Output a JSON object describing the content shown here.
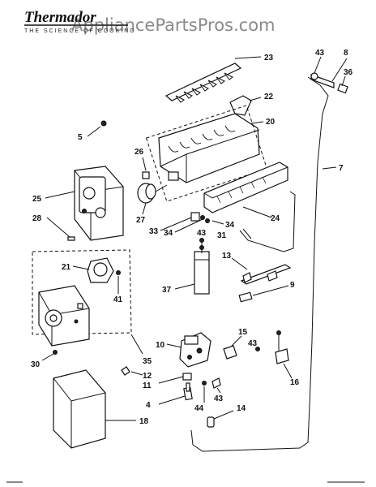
{
  "brand": {
    "logo": "Thermador",
    "tagline": "THE SCIENCE OF COOKING"
  },
  "watermark": "AppliancePartsPros.com",
  "callouts": {
    "c23": "23",
    "c43a": "43",
    "c8": "8",
    "c36": "36",
    "c22": "22",
    "c5": "5",
    "c20": "20",
    "c26": "26",
    "c7": "7",
    "c25": "25",
    "c27": "27",
    "c33": "33",
    "c34a": "34",
    "c34b": "34",
    "c31": "31",
    "c24": "24",
    "c28": "28",
    "c43b": "43",
    "c13": "13",
    "c21": "21",
    "c9": "9",
    "c41": "41",
    "c37": "37",
    "c15": "15",
    "c10": "10",
    "c43c": "43",
    "c30": "30",
    "c35": "35",
    "c16": "16",
    "c12": "12",
    "c11": "11",
    "c44": "44",
    "c43d": "43",
    "c4": "4",
    "c14": "14",
    "c18": "18"
  }
}
